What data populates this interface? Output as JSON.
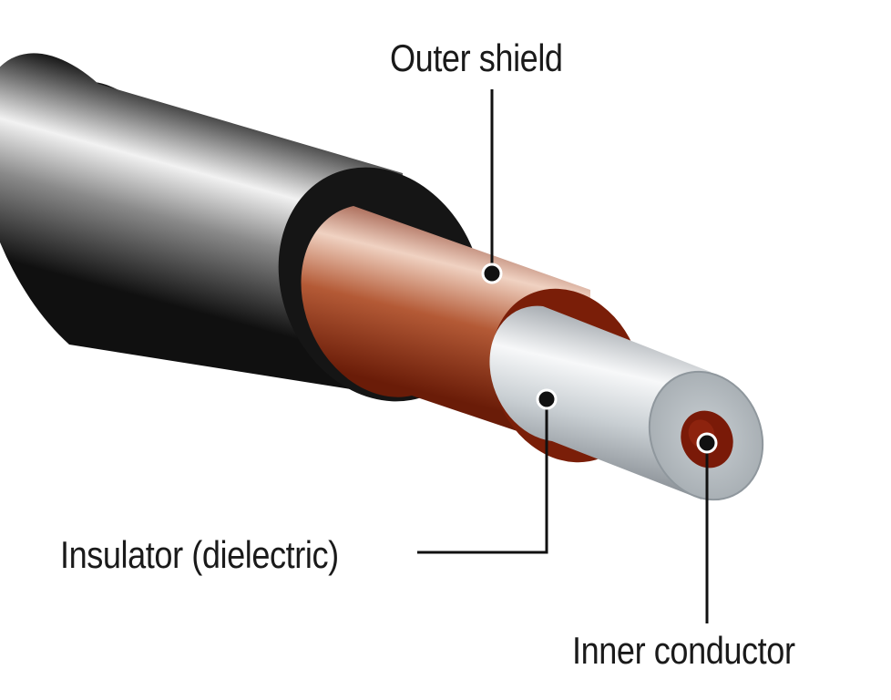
{
  "labels": {
    "outer_shield": "Outer shield",
    "insulator": "Insulator (dielectric)",
    "inner_conductor": "Inner conductor"
  },
  "colors": {
    "jacket": "#2a2a2a",
    "shield": "#8a2a10",
    "insulator": "#d8dde0",
    "inner_conductor": "#7a1a08",
    "leader_line": "#111111",
    "text": "#1a1a1a"
  }
}
